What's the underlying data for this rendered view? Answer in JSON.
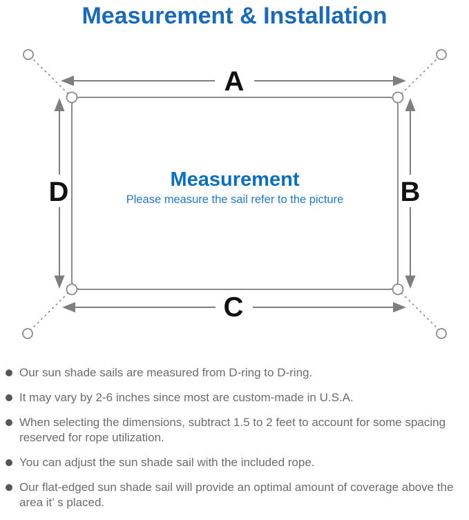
{
  "title": "Measurement & Installation",
  "colors": {
    "title-blue": "#1a6ab8",
    "heading-blue": "#0c6fba",
    "subtitle-blue": "#2377c1",
    "line-gray": "#8a8a8a",
    "arrow-gray": "#7e7e7e",
    "label-black": "#111111",
    "note-gray": "#6b6b6b",
    "dot-gray": "#565656"
  },
  "diagram": {
    "labels": {
      "top": "A",
      "right": "B",
      "bottom": "C",
      "left": "D"
    },
    "center_heading": "Measurement",
    "center_subtitle": "Please measure the sail refer to the picture"
  },
  "notes": [
    "Our sun shade sails are measured from D-ring to D-ring.",
    "It may vary by 2-6 inches since most are custom-made in U.S.A.",
    "When selecting the dimensions, subtract 1.5 to 2 feet to account for some spacing reserved for rope utilization.",
    "You can adjust the sun shade sail with the included rope.",
    "Our flat-edged sun shade sail will provide an optimal amount of coverage above the area it’ s placed."
  ]
}
